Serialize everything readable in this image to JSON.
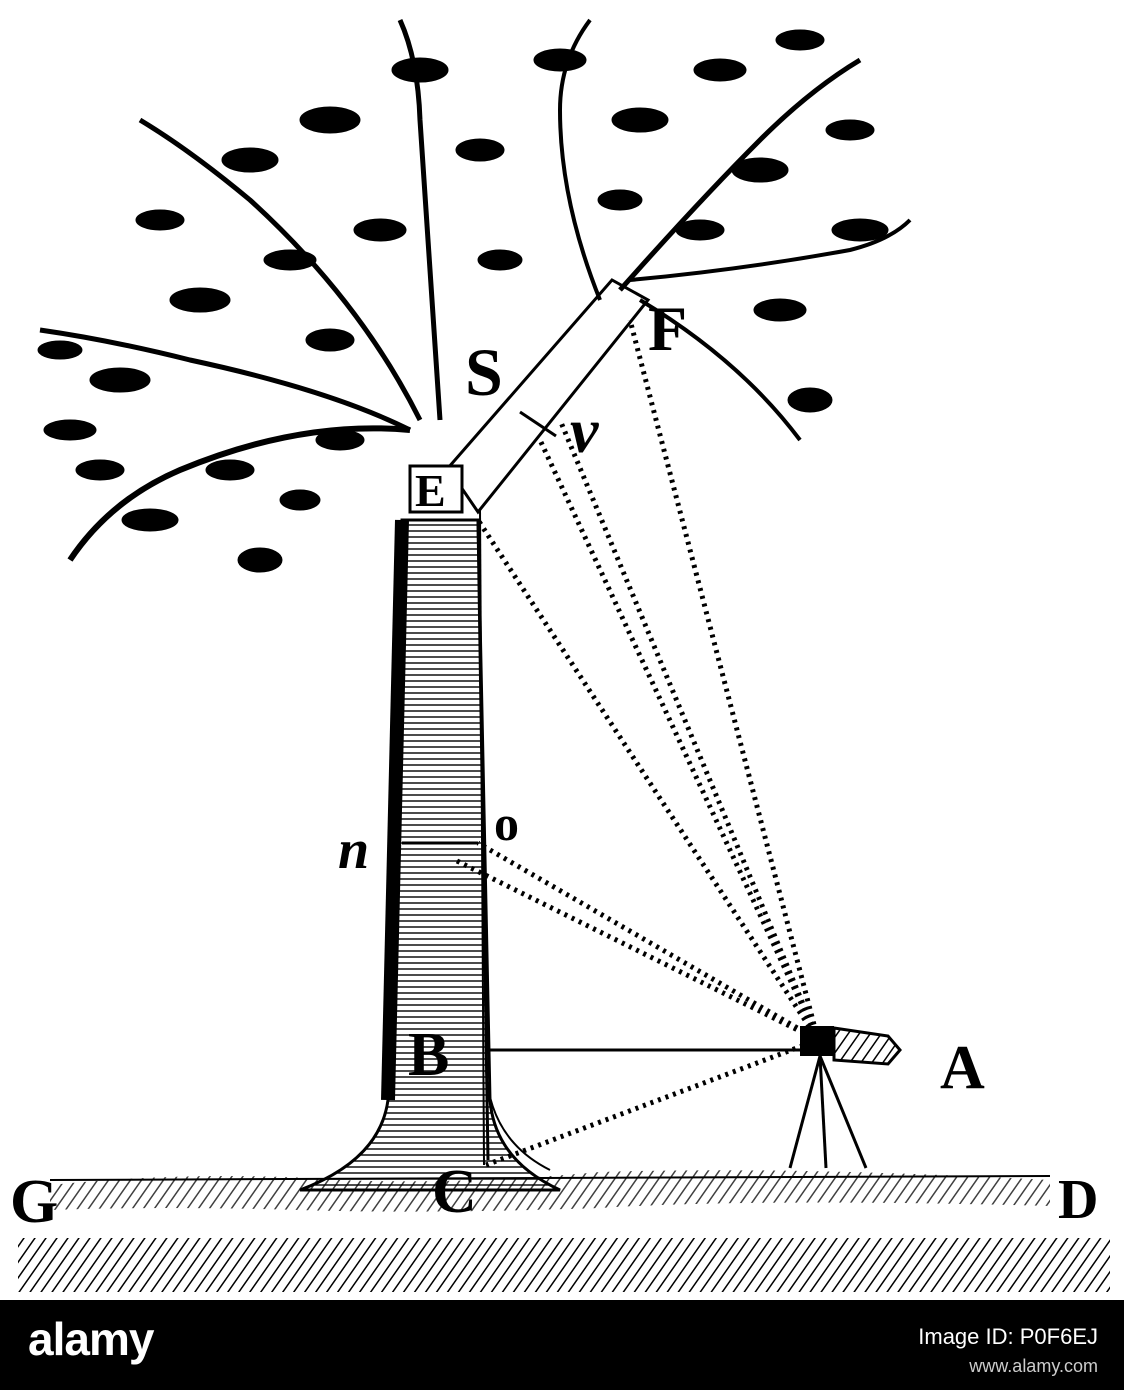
{
  "points": {
    "S": "S",
    "F": "F",
    "v": "v",
    "E": "E",
    "n": "n",
    "o": "o",
    "B": "B",
    "A": "A",
    "G": "G",
    "C": "C",
    "D": "D"
  },
  "watermark": {
    "brand": "alamy",
    "image_id": "Image ID: P0F6EJ",
    "url": "www.alamy.com"
  }
}
